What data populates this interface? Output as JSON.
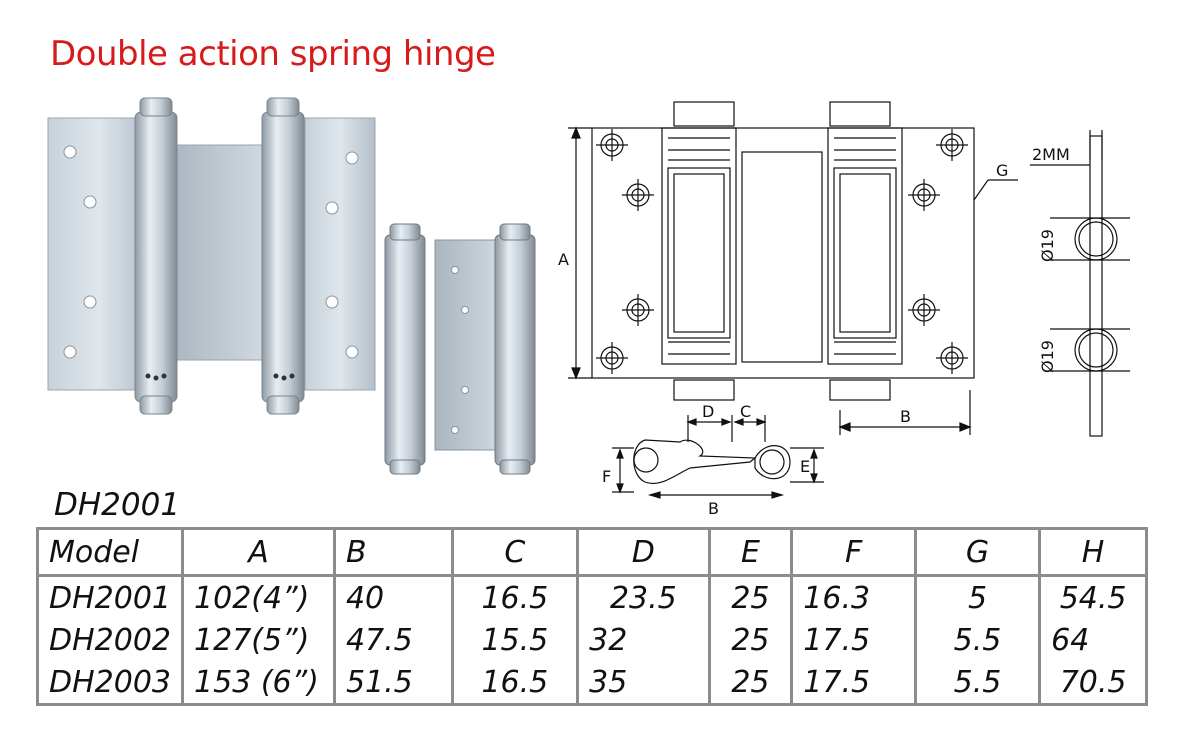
{
  "title": "Double action spring hinge",
  "model_caption": "DH2001",
  "drawing_labels": {
    "A": "A",
    "B_top": "B",
    "B_bottom": "B",
    "C": "C",
    "D": "D",
    "E": "E",
    "F": "F",
    "G": "G",
    "thickness": "2MM",
    "dia_top": "Ø19",
    "dia_bottom": "Ø19"
  },
  "table": {
    "headers": [
      "Model",
      "A",
      "B",
      "C",
      "D",
      "E",
      "F",
      "G",
      "H"
    ],
    "rows": [
      [
        "DH2001",
        "102(4”)",
        "40",
        "16.5",
        "23.5",
        "25",
        "16.3",
        "5",
        "54.5"
      ],
      [
        "DH2002",
        "127(5”)",
        "47.5",
        "15.5",
        "32",
        "25",
        "17.5",
        "5.5",
        "64"
      ],
      [
        "DH2003",
        "153 (6”)",
        "51.5",
        "16.5",
        "35",
        "25",
        "17.5",
        "5.5",
        "70.5"
      ]
    ]
  },
  "colors": {
    "title": "#d71a1a",
    "table_border": "#8c8c8c",
    "metal": "#b9c3cc"
  }
}
